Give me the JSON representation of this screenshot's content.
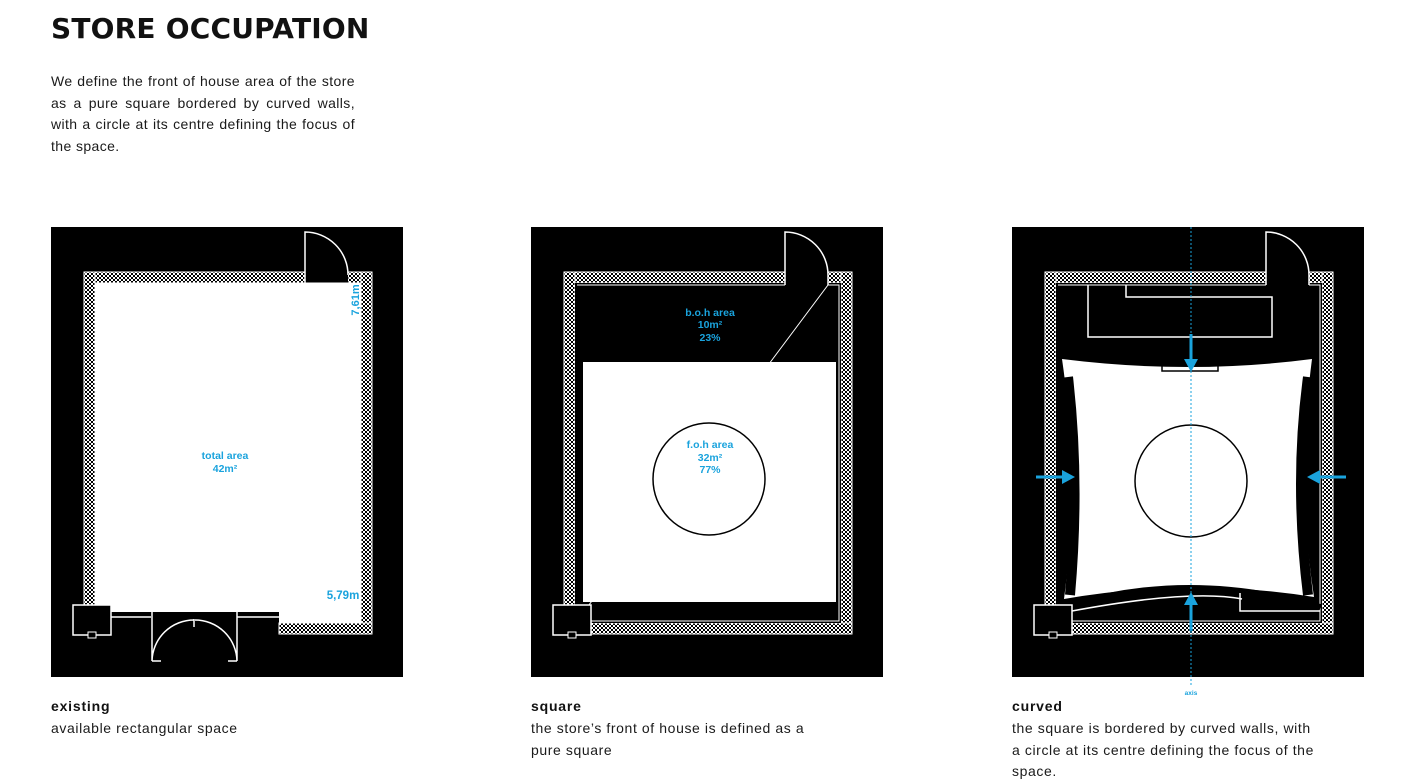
{
  "title": "STORE OCCUPATION",
  "intro": "We define the front of house area of the store as a pure square bordered by curved walls, with a circle at its centre defining the focus of the space.",
  "panels": [
    {
      "caption_title": "existing",
      "caption_text": "available rectangular space",
      "labels": {
        "area_title": "total area",
        "area_value": "42m²",
        "dim_height": "7,61m",
        "dim_width": "5,79m"
      }
    },
    {
      "caption_title": "square",
      "caption_text": "the store’s front of house is defined as a pure square",
      "labels": {
        "boh_title": "b.o.h area",
        "boh_value": "10m²",
        "boh_pct": "23%",
        "foh_title": "f.o.h area",
        "foh_value": "32m²",
        "foh_pct": "77%"
      }
    },
    {
      "caption_title": "curved",
      "caption_text": "the square is bordered by curved walls, with a circle at its centre defining the focus of the space.",
      "labels": {
        "axis": "axis"
      }
    }
  ],
  "colors": {
    "accent": "#1aa3dd",
    "plan_bg": "#000000",
    "floor": "#ffffff"
  }
}
